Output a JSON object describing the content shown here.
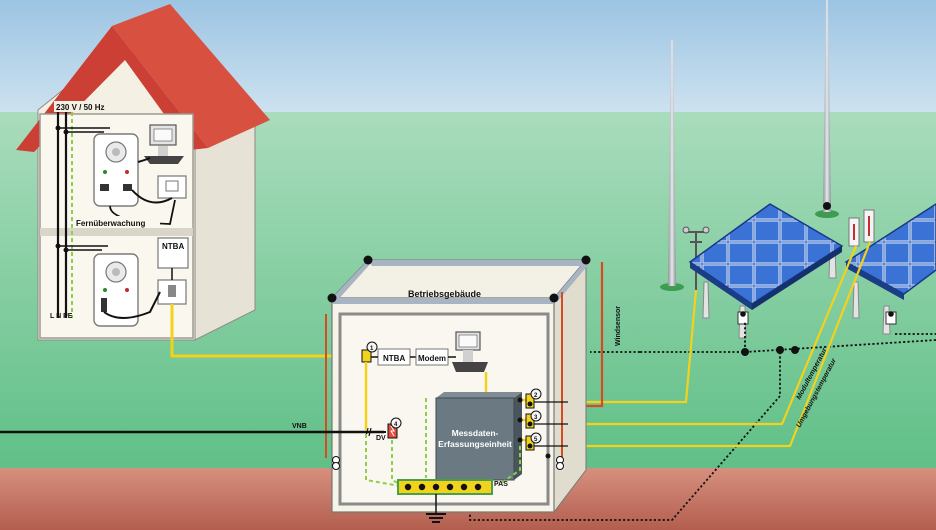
{
  "labels": {
    "voltage": "230 V / 50 Hz",
    "remote_monitoring": "Fernüberwachung",
    "ntba_house": "NTBA",
    "lnpe": "L  N  PE",
    "building": "Betriebsgebäude",
    "ntba": "NTBA",
    "modem": "Modem",
    "unit_line1": "Messdaten-",
    "unit_line2": "Erfassungseinheit",
    "vnb": "VNB",
    "dv": "DV",
    "pas": "PAS",
    "wind_sensor": "Windsensor",
    "module_temp": "Modultemperatur",
    "ambient_temp": "Umgebungstemperatur",
    "badge_1": "1",
    "badge_2": "2",
    "badge_3": "3",
    "badge_4": "4",
    "badge_5": "5"
  },
  "colors": {
    "sky": "#a9cbe6",
    "grass": "#7fcf9f",
    "ground": "#c9786a",
    "roof": "#d8493f",
    "panel": "#2c56b0",
    "cable_yellow": "#f2d21c",
    "cable_red": "#d84a22",
    "cable_black": "#111111"
  }
}
